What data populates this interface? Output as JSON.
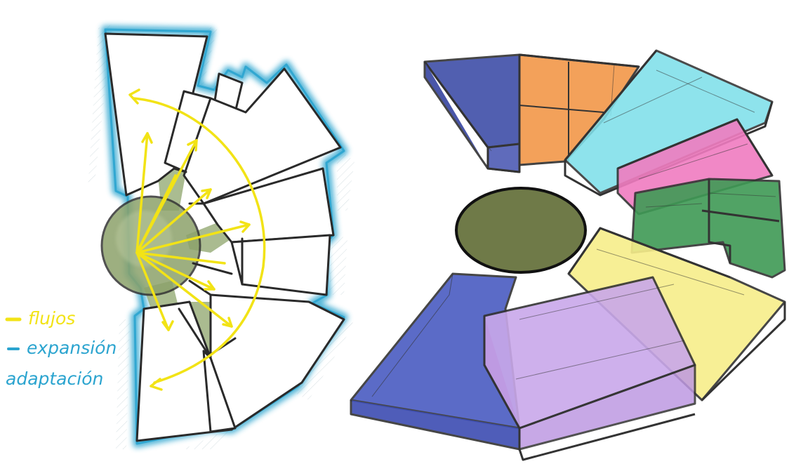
{
  "legend": {
    "flows": {
      "label": "flujos",
      "color": "#F2E316"
    },
    "expansion": {
      "label": "expansión",
      "color": "#2BA4CF"
    },
    "adaptation": {
      "label": "adaptación",
      "color": "#2BA4CF"
    }
  },
  "colors": {
    "outline": "#333333",
    "blue_halo": "#2BA4CF",
    "yellow_arrow": "#F2E316",
    "green_hub": "#7E8F5A",
    "dark_olive": "#6F7A48",
    "block_navy": "#3F4EA8",
    "block_orange": "#F39A4D",
    "block_cyan": "#7FE0EA",
    "block_pink": "#F07CC0",
    "block_green": "#3F9A55",
    "block_yellow": "#F7EE8A",
    "block_purple": "#C9A8EA",
    "block_blue": "#4A5BC2"
  }
}
